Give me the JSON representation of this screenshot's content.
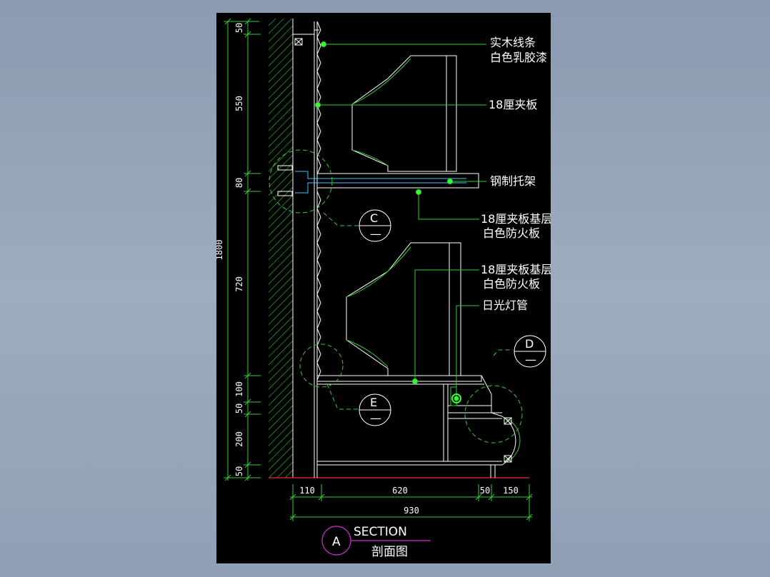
{
  "drawing": {
    "title_en": "SECTION",
    "title_cn": "剖面图",
    "section_mark": "A",
    "vertical_dims": [
      "50",
      "550",
      "80",
      "720",
      "100",
      "50",
      "200",
      "50"
    ],
    "overall_height": "1800",
    "horizontal_dims": [
      "110",
      "620",
      "50",
      "150"
    ],
    "overall_width": "930",
    "callouts": [
      {
        "line1": "实木线条",
        "line2": "白色乳胶漆"
      },
      {
        "line1": "18厘夹板",
        "line2": ""
      },
      {
        "line1": "钢制托架",
        "line2": ""
      },
      {
        "line1": "18厘夹板基层",
        "line2": "白色防火板"
      },
      {
        "line1": "18厘夹板基层",
        "line2": "白色防火板"
      },
      {
        "line1": "日光灯管",
        "line2": ""
      }
    ],
    "detail_bubbles": [
      {
        "letter": "C",
        "sub": "—"
      },
      {
        "letter": "E",
        "sub": "—"
      },
      {
        "letter": "D",
        "sub": "—"
      }
    ]
  }
}
